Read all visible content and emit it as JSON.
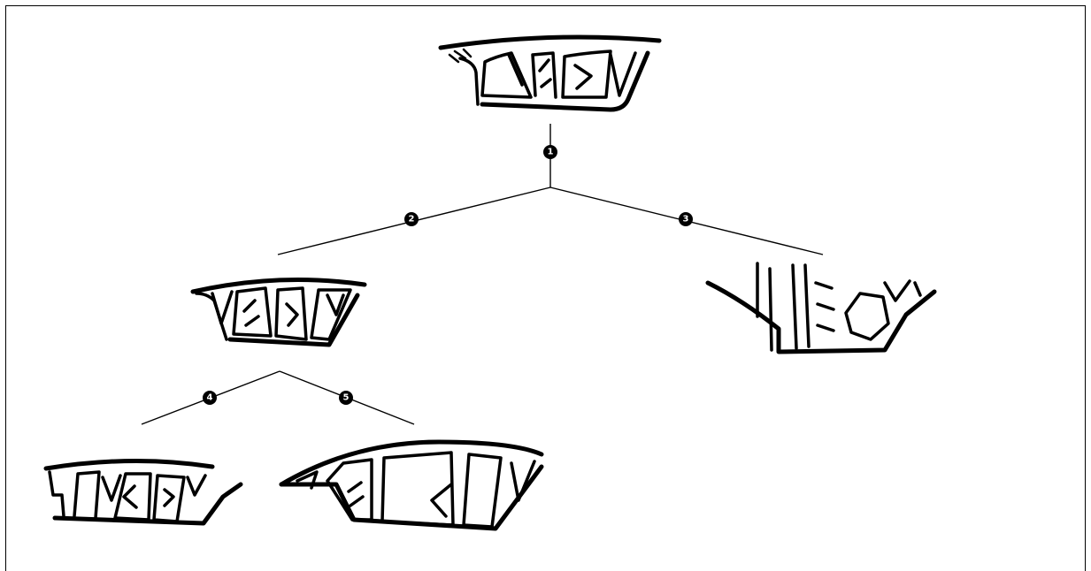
{
  "diagram": {
    "nodes": [
      {
        "id": "root",
        "badge": ""
      },
      {
        "id": "left-child",
        "badge": ""
      },
      {
        "id": "right-child",
        "badge": ""
      },
      {
        "id": "leaf-a",
        "badge": ""
      },
      {
        "id": "leaf-b",
        "badge": ""
      }
    ],
    "branches": [
      {
        "badge": "1",
        "from": "root"
      },
      {
        "badge": "2",
        "to": "left-child"
      },
      {
        "badge": "3",
        "to": "right-child"
      },
      {
        "badge": "4",
        "to": "leaf-a"
      },
      {
        "badge": "5",
        "to": "leaf-b"
      }
    ],
    "colors": {
      "ink": "#000000",
      "paper": "#ffffff"
    }
  }
}
